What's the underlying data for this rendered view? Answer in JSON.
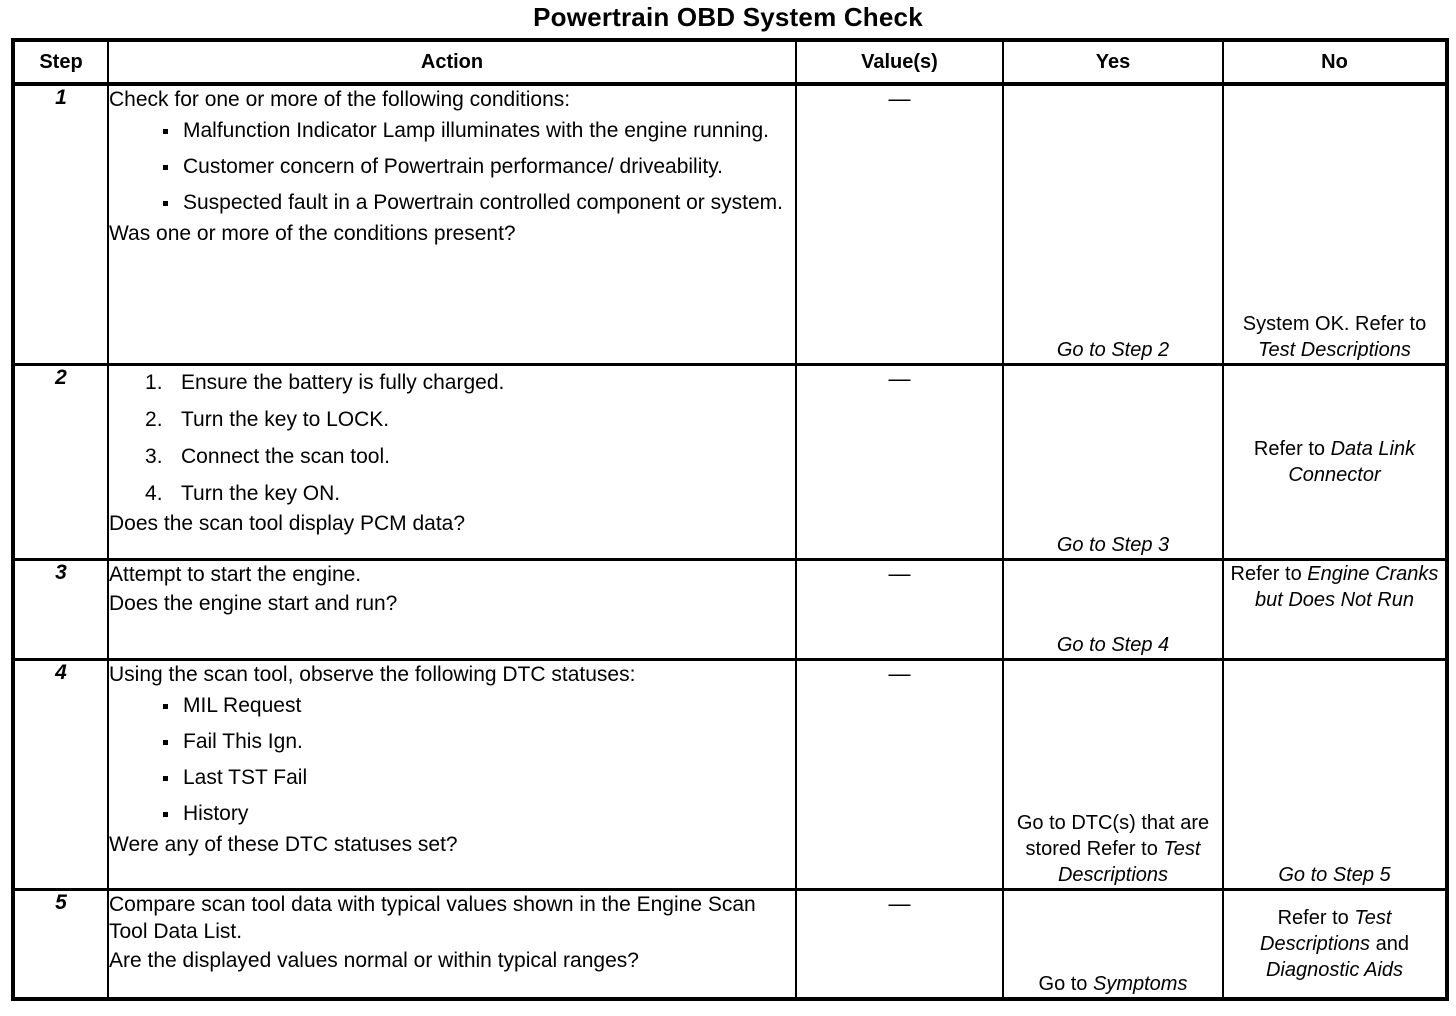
{
  "document": {
    "title": "Powertrain OBD System Check"
  },
  "table": {
    "headers": {
      "step": "Step",
      "action": "Action",
      "value": "Value(s)",
      "yes": "Yes",
      "no": "No"
    },
    "rows": [
      {
        "step": "1",
        "action_lead": "Check for one or more of the following conditions:",
        "bullets": [
          "Malfunction Indicator Lamp illuminates with the engine running.",
          "Customer concern of Powertrain performance/ driveability.",
          "Suspected fault in a Powertrain controlled component or system."
        ],
        "action_tail": "Was one or more of the conditions present?",
        "value": "—",
        "yes_plain": "",
        "yes_italic": "Go to Step 2",
        "yes_plain2": "",
        "no_plain": "System OK. Refer to ",
        "no_italic": "Test Descriptions",
        "no_plain2": "",
        "no_italic2": ""
      },
      {
        "step": "2",
        "action_lead": "",
        "numbers": [
          "Ensure the battery is fully charged.",
          "Turn the key to LOCK.",
          "Connect the scan tool.",
          "Turn the key ON."
        ],
        "action_tail": "Does the scan tool display PCM data?",
        "value": "—",
        "yes_plain": "",
        "yes_italic": "Go to Step 3",
        "yes_plain2": "",
        "no_plain": "Refer to ",
        "no_italic": "Data Link Connector",
        "no_plain2": "",
        "no_italic2": ""
      },
      {
        "step": "3",
        "action_lead": "Attempt to start the engine.",
        "action_tail": "Does the engine start and run?",
        "value": "—",
        "yes_plain": "",
        "yes_italic": "Go to Step 4",
        "yes_plain2": "",
        "no_plain": "Refer to ",
        "no_italic": "Engine Cranks but Does Not Run",
        "no_plain2": "",
        "no_italic2": ""
      },
      {
        "step": "4",
        "action_lead": "Using the scan tool, observe the following DTC statuses:",
        "bullets": [
          "MIL Request",
          "Fail This Ign.",
          "Last TST Fail",
          "History"
        ],
        "action_tail": "Were any of these DTC statuses set?",
        "value": "—",
        "yes_plain": "Go to DTC(s) that are stored Refer to ",
        "yes_italic": "Test Descriptions",
        "yes_plain2": "",
        "no_plain": "",
        "no_italic": "Go to Step 5",
        "no_plain2": "",
        "no_italic2": ""
      },
      {
        "step": "5",
        "action_lead": "Compare scan tool data with typical values shown in the Engine Scan Tool Data List.",
        "action_tail": "Are the displayed values normal or within typical ranges?",
        "value": "—",
        "yes_plain": "Go to ",
        "yes_italic": "Symptoms",
        "yes_plain2": "",
        "no_plain": "Refer to ",
        "no_italic": "Test Descriptions",
        "no_plain2": " and ",
        "no_italic2": "Diagnostic Aids"
      }
    ]
  }
}
